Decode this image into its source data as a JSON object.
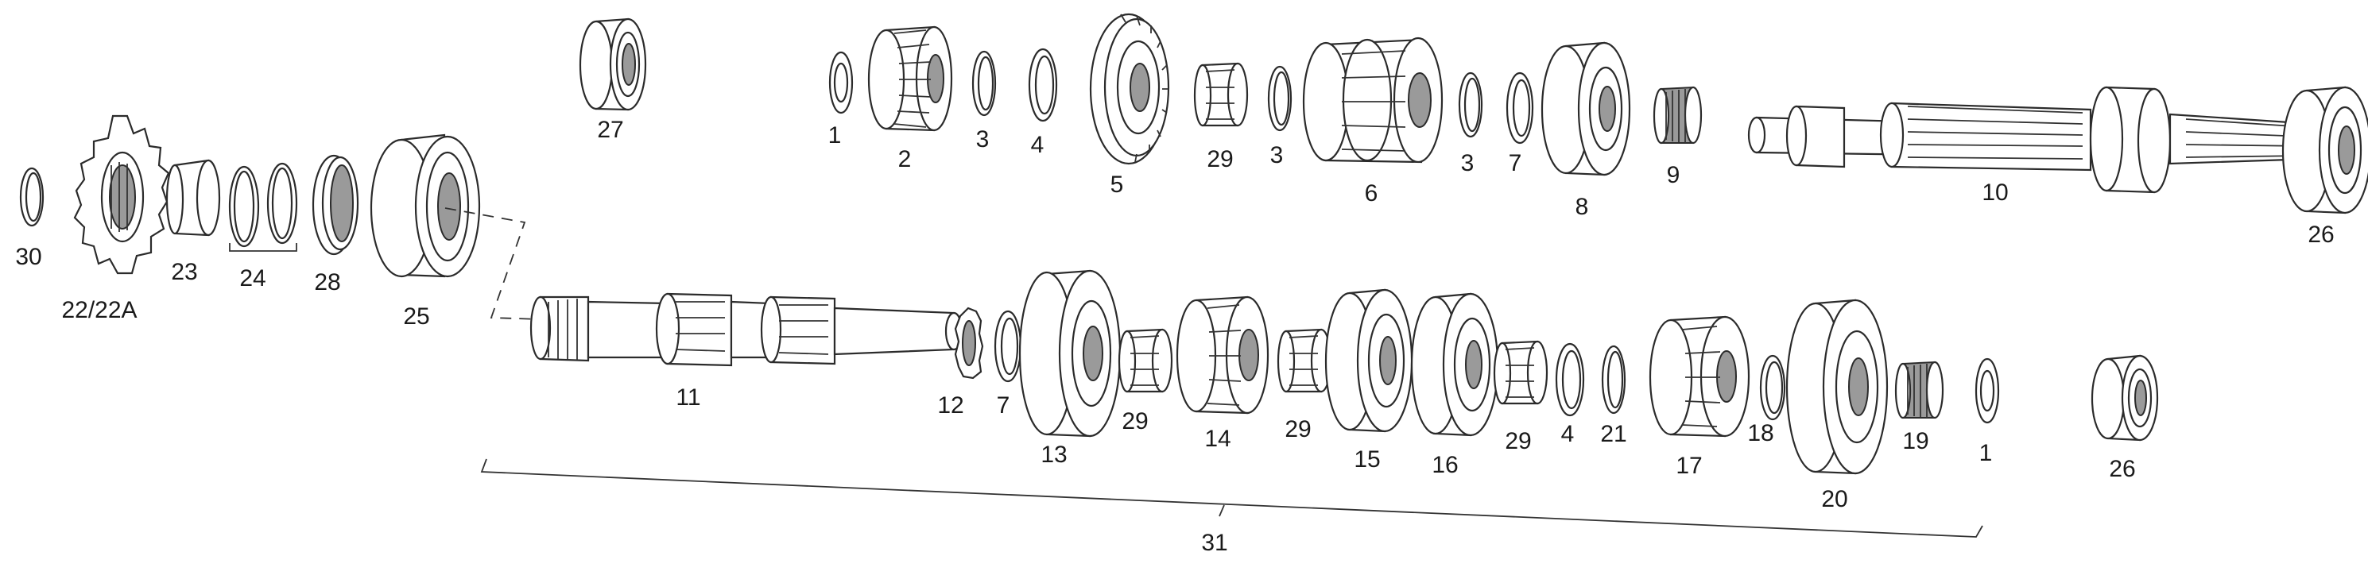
{
  "colors": {
    "line": "#2b2b2b",
    "shade": "#9a9a9a",
    "background": "#ffffff"
  },
  "parts": [
    {
      "id": "p30a",
      "label": "30",
      "kind": "circlip"
    },
    {
      "id": "p22",
      "label": "22/22A",
      "kind": "sprocket"
    },
    {
      "id": "p23",
      "label": "23",
      "kind": "spacer"
    },
    {
      "id": "p24",
      "label": "24",
      "kind": "orings"
    },
    {
      "id": "p28",
      "label": "28",
      "kind": "seal"
    },
    {
      "id": "p25",
      "label": "25",
      "kind": "bearing"
    },
    {
      "id": "p27",
      "label": "27",
      "kind": "bearing"
    },
    {
      "id": "p1a",
      "label": "1",
      "kind": "washer"
    },
    {
      "id": "p2",
      "label": "2",
      "kind": "gear"
    },
    {
      "id": "p3a",
      "label": "3",
      "kind": "circlip"
    },
    {
      "id": "p4a",
      "label": "4",
      "kind": "washer"
    },
    {
      "id": "p5",
      "label": "5",
      "kind": "gear"
    },
    {
      "id": "p29a",
      "label": "29",
      "kind": "needle"
    },
    {
      "id": "p3b",
      "label": "3",
      "kind": "circlip"
    },
    {
      "id": "p6",
      "label": "6",
      "kind": "gear-double"
    },
    {
      "id": "p3c",
      "label": "3",
      "kind": "circlip"
    },
    {
      "id": "p7a",
      "label": "7",
      "kind": "washer"
    },
    {
      "id": "p8",
      "label": "8",
      "kind": "gear"
    },
    {
      "id": "p9",
      "label": "9",
      "kind": "needle"
    },
    {
      "id": "p10",
      "label": "10",
      "kind": "shaft"
    },
    {
      "id": "p26a",
      "label": "26",
      "kind": "bearing"
    },
    {
      "id": "p11",
      "label": "11",
      "kind": "shaft"
    },
    {
      "id": "p12",
      "label": "12",
      "kind": "lockwasher"
    },
    {
      "id": "p7b",
      "label": "7",
      "kind": "washer"
    },
    {
      "id": "p13",
      "label": "13",
      "kind": "gear"
    },
    {
      "id": "p29b",
      "label": "29",
      "kind": "needle"
    },
    {
      "id": "p14",
      "label": "14",
      "kind": "gear"
    },
    {
      "id": "p29c",
      "label": "29",
      "kind": "needle"
    },
    {
      "id": "p15",
      "label": "15",
      "kind": "gear"
    },
    {
      "id": "p16",
      "label": "16",
      "kind": "gear"
    },
    {
      "id": "p29d",
      "label": "29",
      "kind": "needle"
    },
    {
      "id": "p4b",
      "label": "4",
      "kind": "washer"
    },
    {
      "id": "p21",
      "label": "21",
      "kind": "circlip"
    },
    {
      "id": "p17",
      "label": "17",
      "kind": "gear"
    },
    {
      "id": "p18",
      "label": "18",
      "kind": "washer"
    },
    {
      "id": "p20",
      "label": "20",
      "kind": "gear"
    },
    {
      "id": "p19",
      "label": "19",
      "kind": "needle"
    },
    {
      "id": "p1b",
      "label": "1",
      "kind": "washer"
    },
    {
      "id": "p26b",
      "label": "26",
      "kind": "bearing"
    },
    {
      "id": "p31",
      "label": "31",
      "kind": "bracket"
    }
  ]
}
